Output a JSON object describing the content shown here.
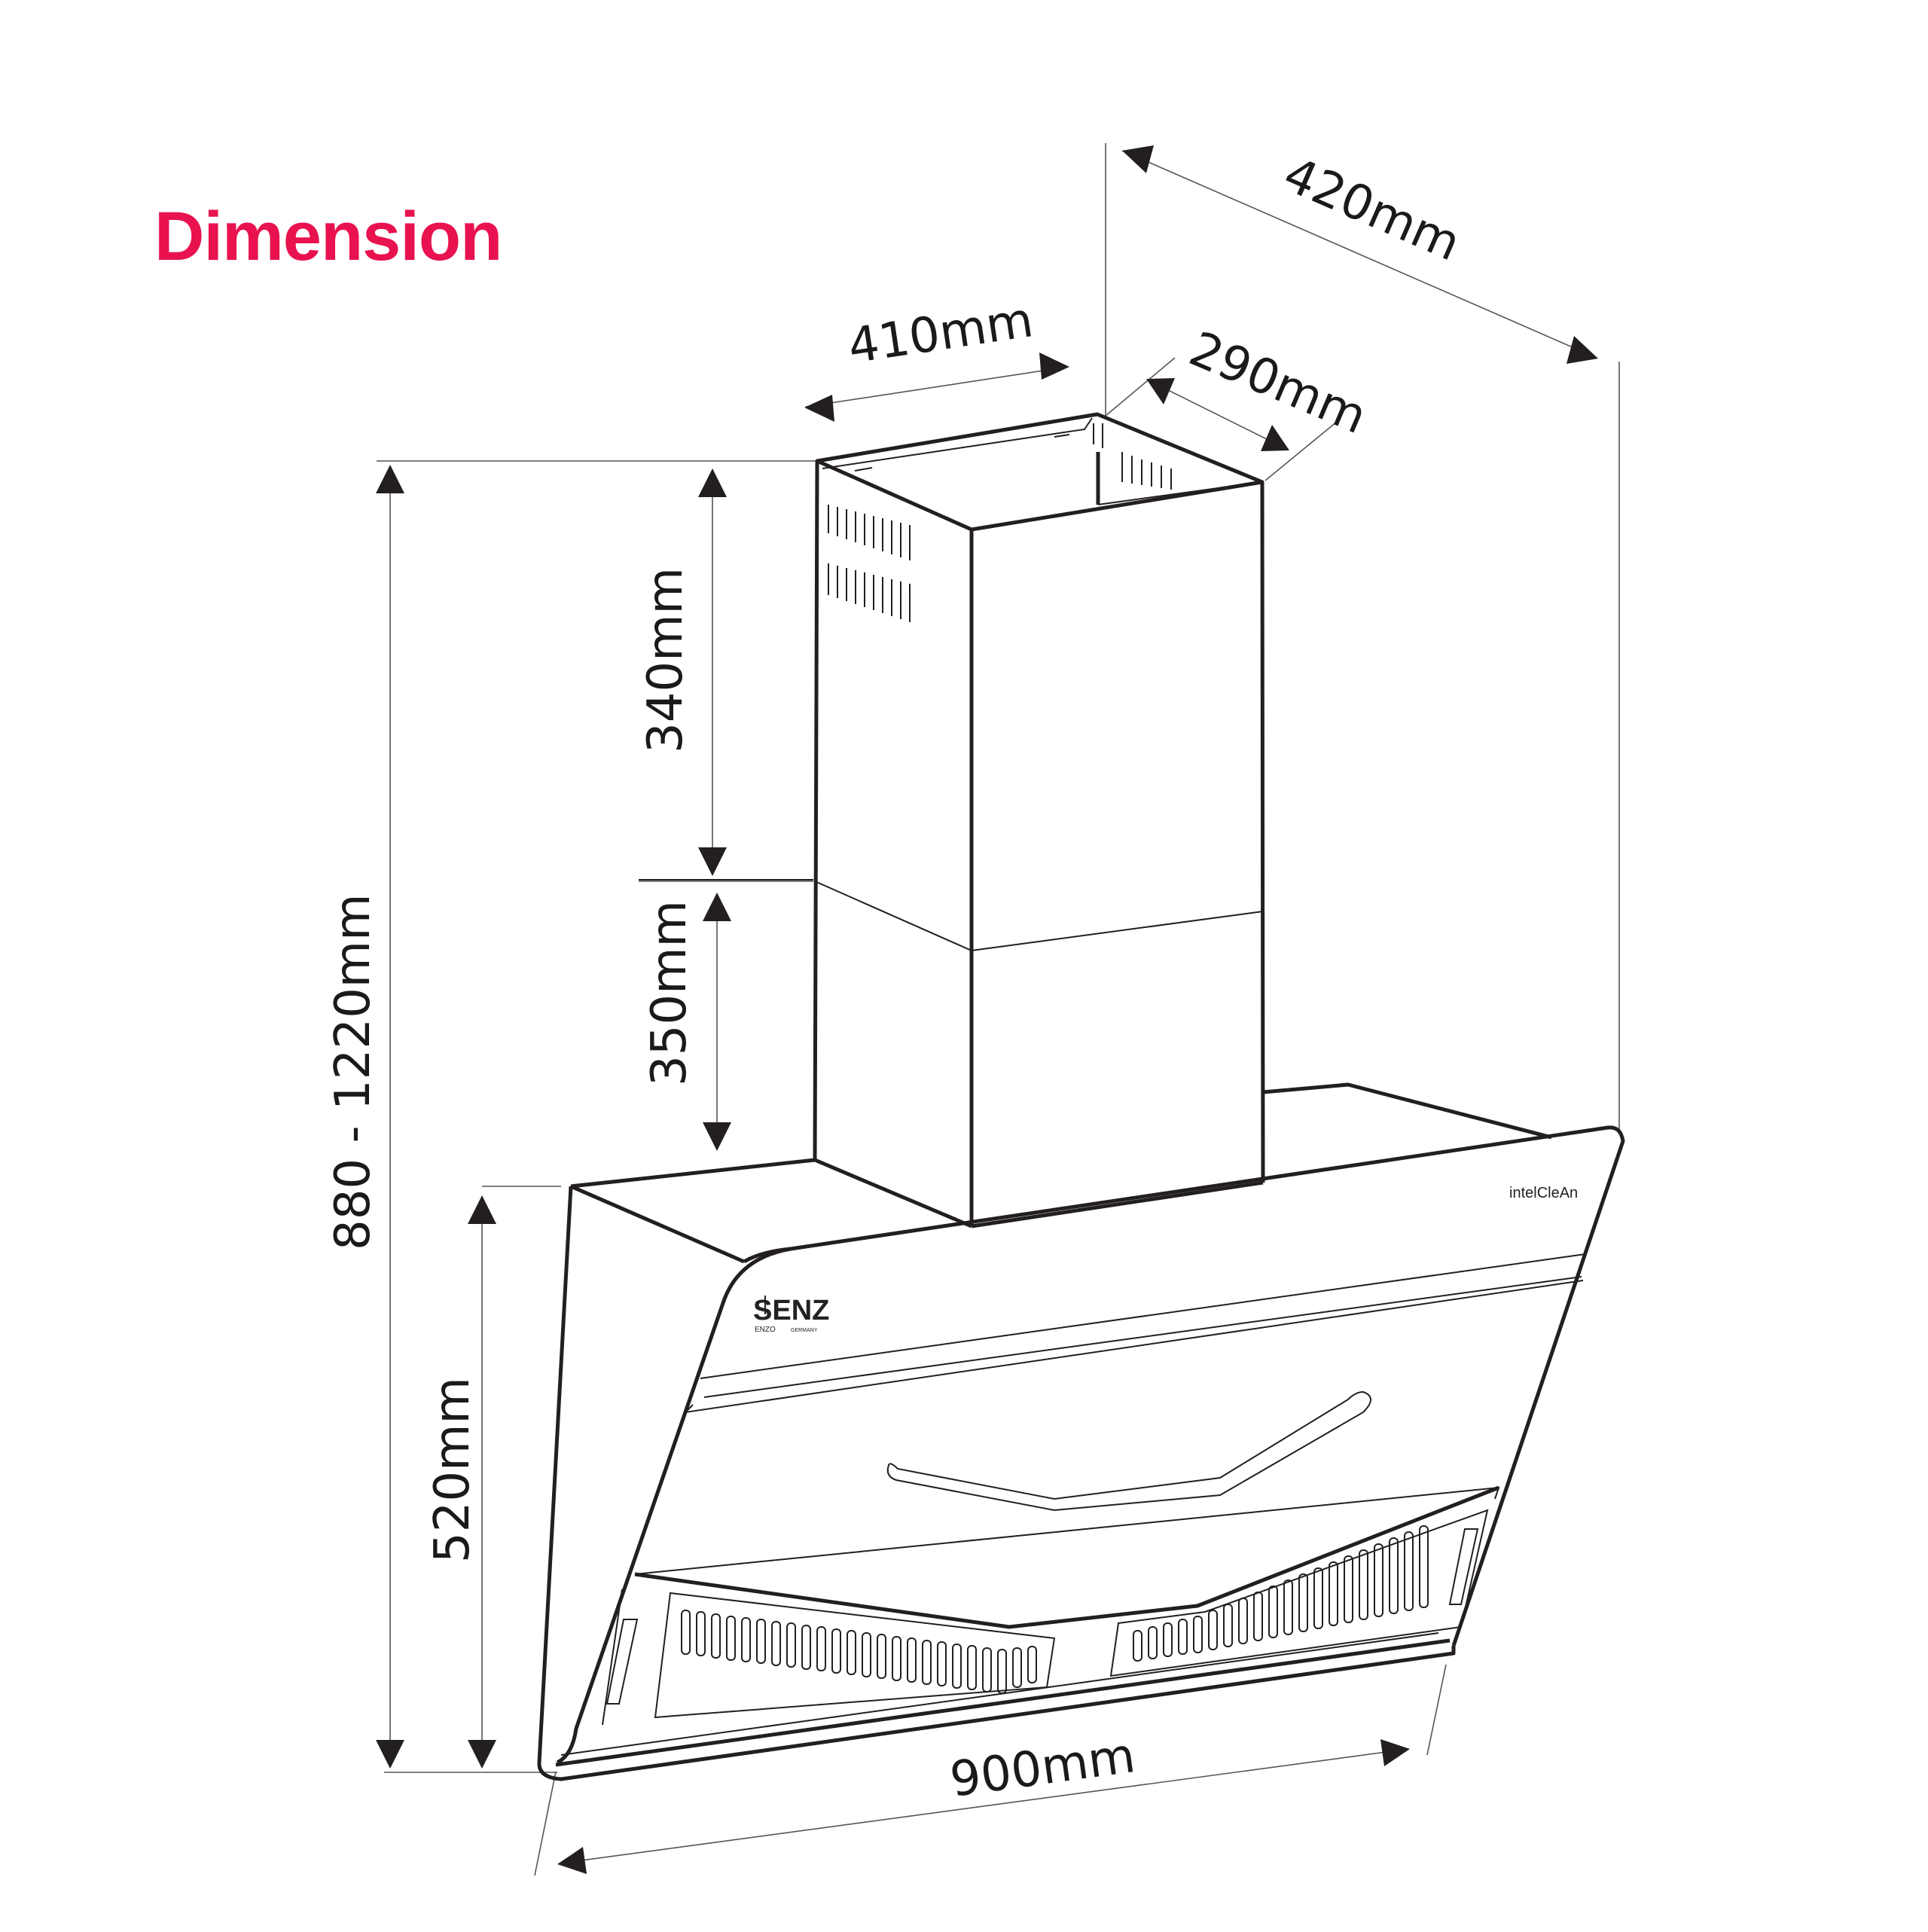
{
  "title": "Dimension",
  "dimensions": {
    "depth_total": "420mm",
    "chimney_width": "410mm",
    "chimney_depth": "290mm",
    "chimney_upper": "340mm",
    "chimney_lower": "350mm",
    "total_height": "880 - 1220mm",
    "hood_height": "520mm",
    "hood_width": "900mm"
  },
  "brand": {
    "logo": "SENZ",
    "logo_sub": "ENZO",
    "logo_country": "GERMANY",
    "feature_label": "intelCleAn"
  },
  "colors": {
    "title": "#e8124f",
    "outline": "#231f20"
  }
}
